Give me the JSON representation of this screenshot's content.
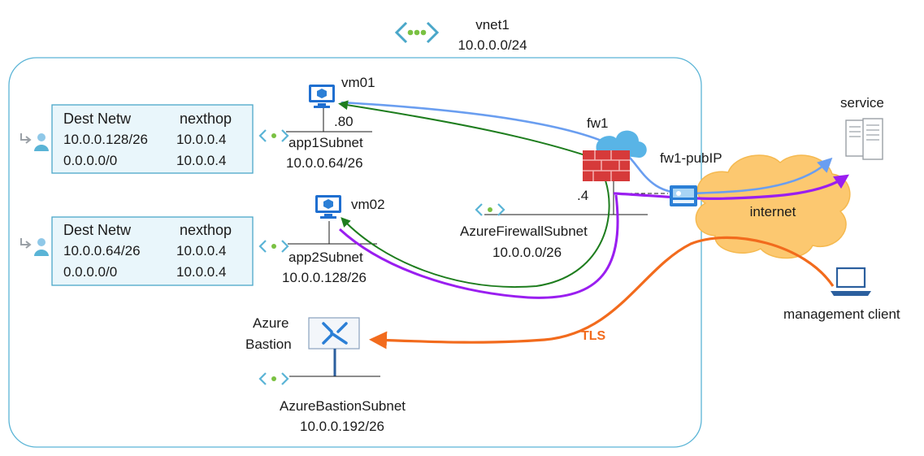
{
  "vnet": {
    "name": "vnet1",
    "cidr": "10.0.0.0/24"
  },
  "route_table_1": {
    "header_dest": "Dest Netw",
    "header_nexthop": "nexthop",
    "rows": [
      {
        "dest": "10.0.0.128/26",
        "nexthop": "10.0.0.4"
      },
      {
        "dest": "0.0.0.0/0",
        "nexthop": "10.0.0.4"
      }
    ]
  },
  "route_table_2": {
    "header_dest": "Dest Netw",
    "header_nexthop": "nexthop",
    "rows": [
      {
        "dest": "10.0.0.64/26",
        "nexthop": "10.0.0.4"
      },
      {
        "dest": "0.0.0.0/0",
        "nexthop": "10.0.0.4"
      }
    ]
  },
  "vm01": {
    "name": "vm01",
    "ip_suffix": ".80"
  },
  "app1_subnet": {
    "name": "app1Subnet",
    "cidr": "10.0.0.64/26"
  },
  "vm02": {
    "name": "vm02"
  },
  "app2_subnet": {
    "name": "app2Subnet",
    "cidr": "10.0.0.128/26"
  },
  "firewall": {
    "name": "fw1",
    "ip_suffix": ".4"
  },
  "firewall_subnet": {
    "name": "AzureFirewallSubnet",
    "cidr": "10.0.0.0/26"
  },
  "public_ip": {
    "name": "fw1-pubIP"
  },
  "internet": {
    "label": "internet"
  },
  "service": {
    "label": "service"
  },
  "management_client": {
    "label": "management client"
  },
  "tls": {
    "label": "TLS"
  },
  "bastion": {
    "line1": "Azure",
    "line2": "Bastion"
  },
  "bastion_subnet": {
    "name": "AzureBastionSubnet",
    "cidr": "10.0.0.192/26"
  },
  "colors": {
    "blue_flow": "#6a9ef0",
    "green_flow": "#1e7d1e",
    "purple_flow": "#9a1ef0",
    "orange_flow": "#f26b1d",
    "vnet_border": "#5ab4d6",
    "route_table_bg": "#e9f6fb",
    "route_table_border": "#4aa7c9",
    "internet_cloud": "#fcc870",
    "firewall_red": "#d63a3a",
    "azure_blue": "#2b7fd6"
  },
  "icons": [
    "vnet-icon",
    "vm-icon",
    "subnet-icon",
    "route-table-icon",
    "firewall-icon",
    "public-ip-icon",
    "bastion-icon",
    "server-icon",
    "laptop-icon",
    "cloud-icon"
  ]
}
